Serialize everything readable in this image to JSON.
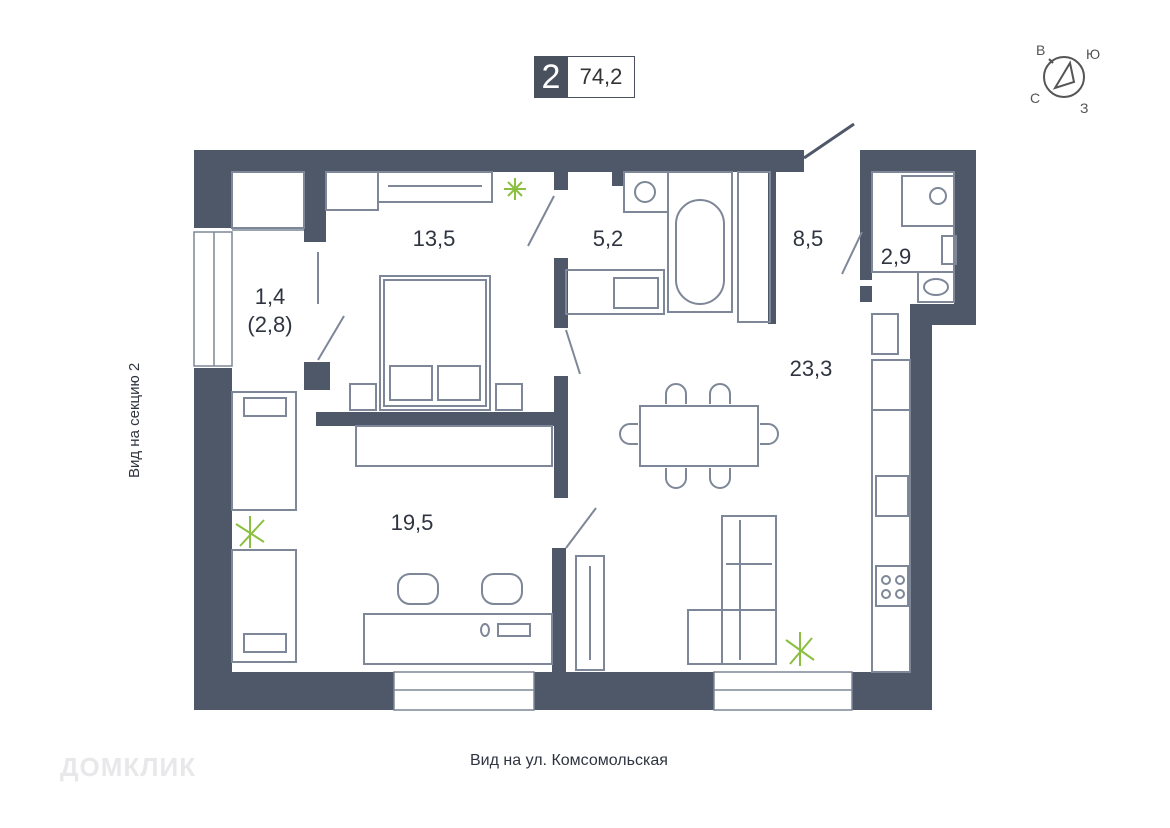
{
  "badge": {
    "rooms": "2",
    "area": "74,2"
  },
  "rooms": {
    "bedroom": "13,5",
    "bathroom": "5,2",
    "wardrobe": "8,5",
    "wc": "2,9",
    "balcony_area": "1,4",
    "balcony_full": "(2,8)",
    "living": "23,3",
    "kids_room": "19,5"
  },
  "captions": {
    "bottom_view": "Вид на ул. Комсомольская",
    "side_view": "Вид на секцию 2"
  },
  "compass": {
    "north": "В",
    "east": "Ю",
    "south": "З",
    "west": "С"
  },
  "watermark": "ДОМКЛИК",
  "colors": {
    "wall": "#4f5868",
    "line": "#7d8797",
    "text": "#2f3440",
    "plant": "#8bbf3f"
  },
  "icons": [
    "shirt-icon",
    "hanger-icon",
    "plant-icon",
    "toilet-icon",
    "bathtub-icon",
    "sink-icon",
    "stove-icon",
    "snowflake-icon",
    "shower-icon",
    "bed-icon",
    "chair-icon",
    "sofa-icon"
  ]
}
